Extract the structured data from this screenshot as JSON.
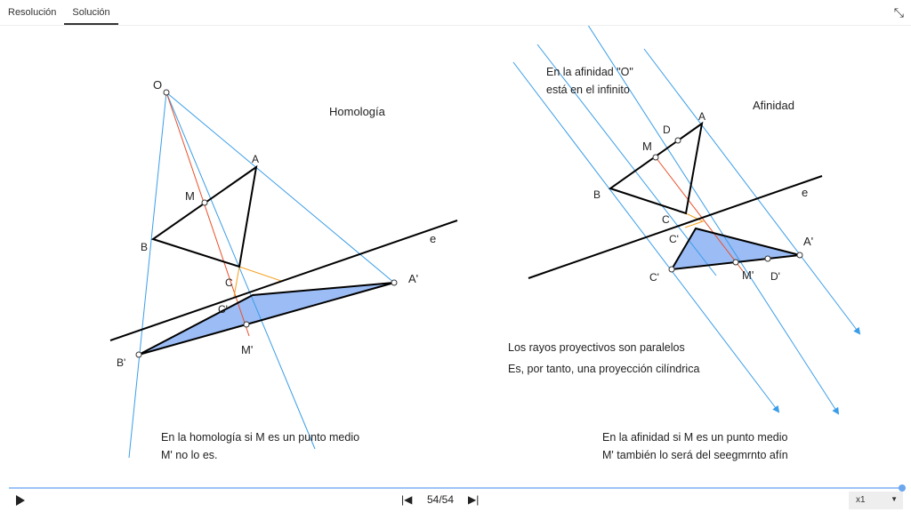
{
  "tabs": [
    {
      "label": "Resolución"
    },
    {
      "label": "Solución"
    }
  ],
  "left": {
    "title": "Homología",
    "points": {
      "O": "O",
      "A": "A",
      "B": "B",
      "C": "C",
      "M": "M",
      "e": "e",
      "A2": "A'",
      "B2": "B'",
      "C2": "C'",
      "M2": "M'"
    },
    "note": [
      "En la homología si M es un punto medio",
      "M' no lo es."
    ]
  },
  "right": {
    "title": "Afinidad",
    "points": {
      "A": "A",
      "B": "B",
      "C": "C",
      "D": "D",
      "M": "M",
      "e": "e",
      "A2": "A'",
      "C2a": "C'",
      "C2b": "C'",
      "M2": "M'",
      "D2": "D'"
    },
    "top_note": [
      "En la afinidad \"O\"",
      "está en el infinito"
    ],
    "middle_note": [
      "Los rayos proyectivos son paralelos",
      "Es, por tanto, una proyección cilíndrica"
    ],
    "note": [
      "En la afinidad  si M es un punto medio",
      "M' también lo será del seegmrnto afín"
    ]
  },
  "player": {
    "step": "54/54",
    "progress": 1.0,
    "speed": "x1"
  },
  "colors": {
    "ray": "#3a9de8",
    "red": "#e8502a",
    "orange": "#f5a020",
    "fill": "#9bbcf5"
  }
}
